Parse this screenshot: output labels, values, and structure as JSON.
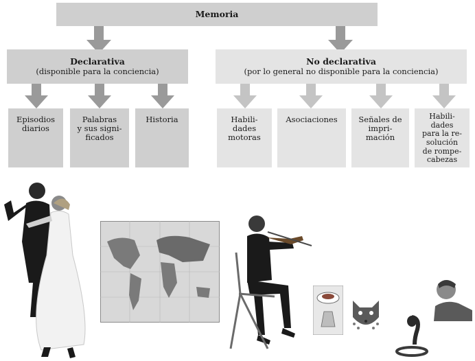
{
  "root": {
    "label": "Memoria"
  },
  "declarative": {
    "title": "Declarativa",
    "subtitle": "(disponible para la conciencia)",
    "children": [
      "Episodios\ndiarios",
      "Palabras\ny sus signi-\nficados",
      "Historia"
    ]
  },
  "nondeclarative": {
    "title": "No declarativa",
    "subtitle": "(por lo general no disponible para la conciencia)",
    "children": [
      "Habili-\ndades\nmotoras",
      "Asociaciones",
      "Señales de\nimpri-\nmación",
      "Habili-\ndades\npara la re-\nsolución\nde rompe-\ncabezas"
    ]
  },
  "colors": {
    "dark_box": "#cfcfcf",
    "light_box": "#e4e4e4",
    "arrow": "#9a9a9a",
    "arrow_light": "#c4c4c4"
  },
  "illustrations": [
    "dancing-couple",
    "world-map",
    "violinist",
    "food-plate",
    "cat-face",
    "cobra",
    "man-portrait"
  ]
}
